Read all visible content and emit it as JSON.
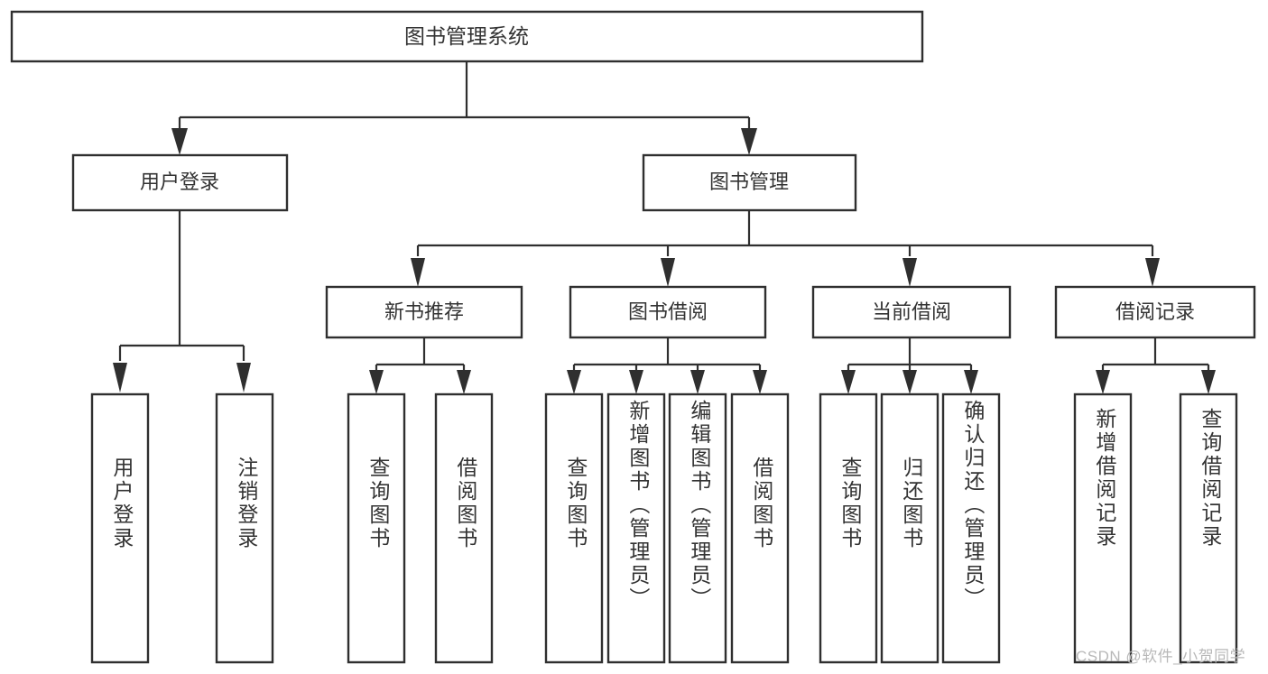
{
  "diagram": {
    "type": "tree",
    "title": "图书管理系统",
    "orientation": "top-down",
    "colors": {
      "background": "#ffffff",
      "box_border": "#2f2f2f",
      "box_fill": "#ffffff",
      "text": "#333333",
      "connector": "#2f2f2f",
      "watermark": "#b8b8b8"
    },
    "root": {
      "label": "图书管理系统"
    },
    "level2": [
      {
        "label": "用户登录"
      },
      {
        "label": "图书管理"
      }
    ],
    "level3": [
      {
        "label": "新书推荐"
      },
      {
        "label": "图书借阅"
      },
      {
        "label": "当前借阅"
      },
      {
        "label": "借阅记录"
      }
    ],
    "leaves": {
      "user_login": [
        {
          "label": "用户登录"
        },
        {
          "label": "注销登录"
        }
      ],
      "new_book_recommend": [
        {
          "label": "查询图书"
        },
        {
          "label": "借阅图书"
        }
      ],
      "book_borrow": [
        {
          "label": "查询图书"
        },
        {
          "label": "新增图书（管理员）"
        },
        {
          "label": "编辑图书（管理员）"
        },
        {
          "label": "借阅图书"
        }
      ],
      "current_borrow": [
        {
          "label": "查询图书"
        },
        {
          "label": "归还图书"
        },
        {
          "label": "确认归还（管理员）"
        }
      ],
      "borrow_record": [
        {
          "label": "新增借阅记录"
        },
        {
          "label": "查询借阅记录"
        }
      ]
    }
  },
  "watermark": {
    "text": "CSDN @软件_小贺同学"
  }
}
